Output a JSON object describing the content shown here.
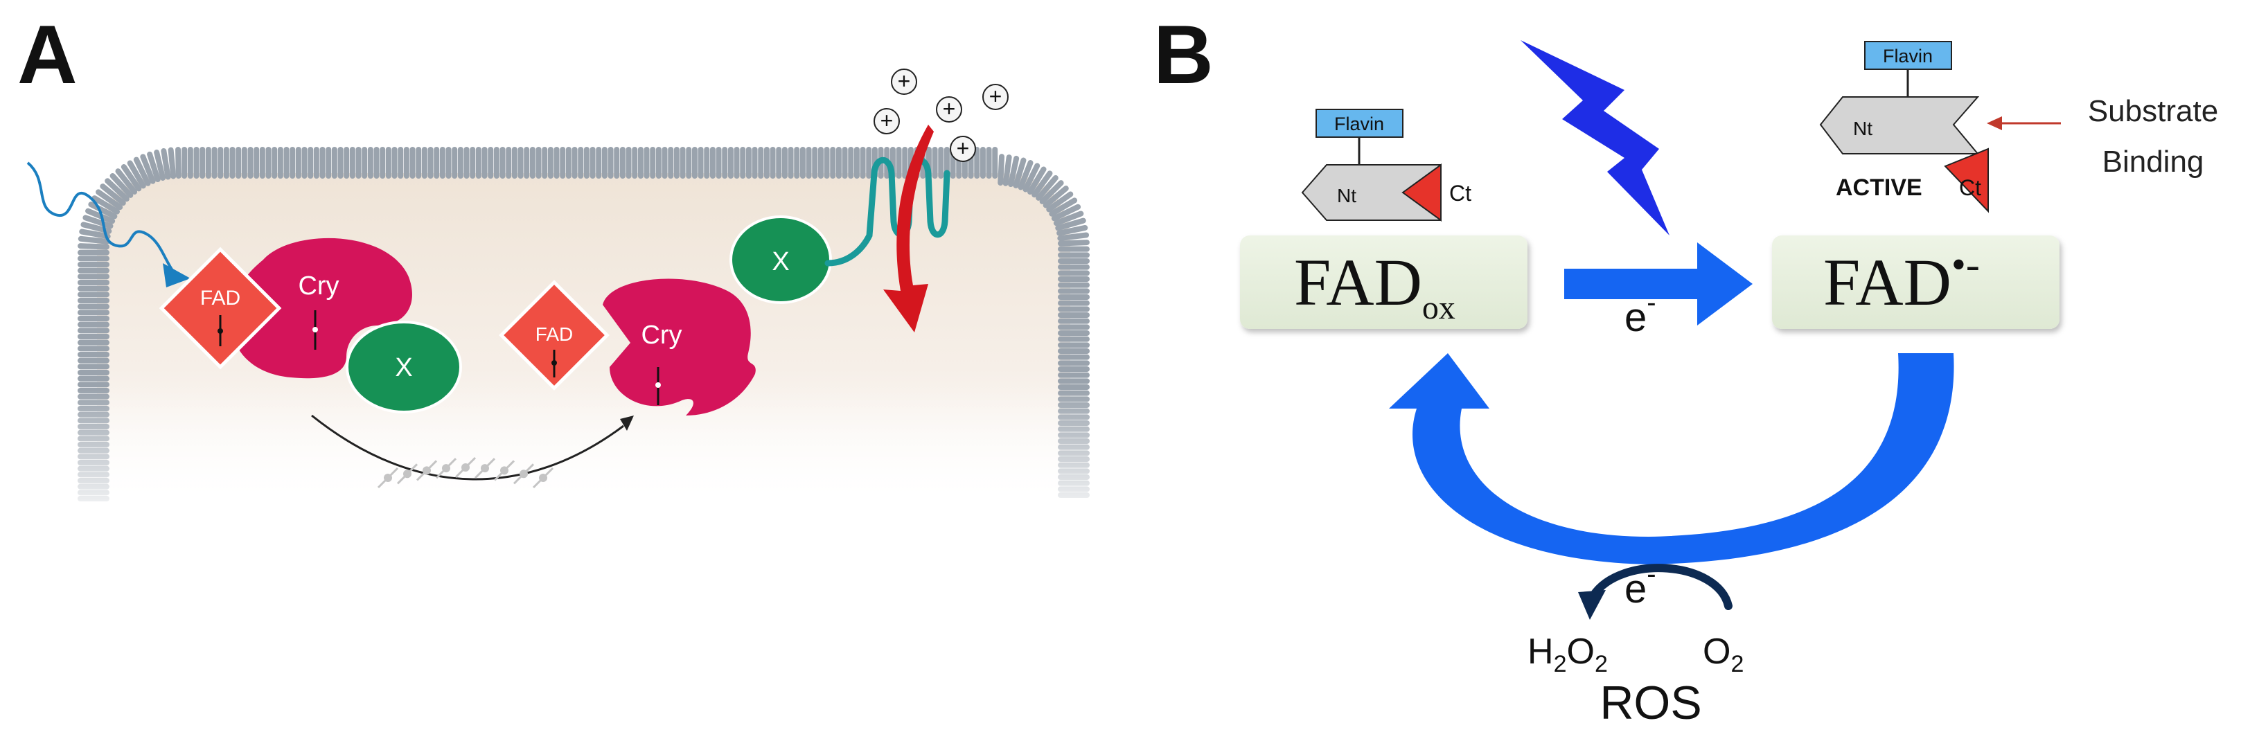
{
  "panel_a": {
    "letter": "A",
    "fad_left": "FAD",
    "cry_left": "Cry",
    "x_left": "X",
    "fad_right": "FAD",
    "cry_right": "Cry",
    "x_right": "X",
    "ion_symbol": "+",
    "colors": {
      "membrane": "#9aa3ad",
      "cytoplasm": "#f1e7dc",
      "cry": "#d4145a",
      "fad": "#ef4e43",
      "partner": "#169155",
      "channel": "#1a9a9a",
      "ion_arrow": "#d4161e",
      "light": "#1b7fc0"
    }
  },
  "panel_b": {
    "letter": "B",
    "flavin_tag": "Flavin",
    "nt": "Nt",
    "ct": "Ct",
    "active": "ACTIVE",
    "substrate_line1": "Substrate",
    "substrate_line2": "Binding",
    "fad_ox_main": "FAD",
    "fad_ox_sub": "ox",
    "fad_red_main": "FAD",
    "fad_red_sup": "•-",
    "electron": "e",
    "electron_sup": "-",
    "h2o2_h": "H",
    "h2o2_2a": "2",
    "h2o2_o": "O",
    "h2o2_2b": "2",
    "o2_o": "O",
    "o2_2": "2",
    "ros": "ROS",
    "colors": {
      "blue": "#1565f2",
      "lightning": "#1e2de6",
      "flavin_box": "#66b7ee",
      "domain_gray": "#d4d4d4",
      "ct_red": "#e6332a",
      "fad_box": "#e6efdc",
      "dark_arrow": "#0d2a52",
      "substrate_arrow": "#c0392b"
    }
  }
}
